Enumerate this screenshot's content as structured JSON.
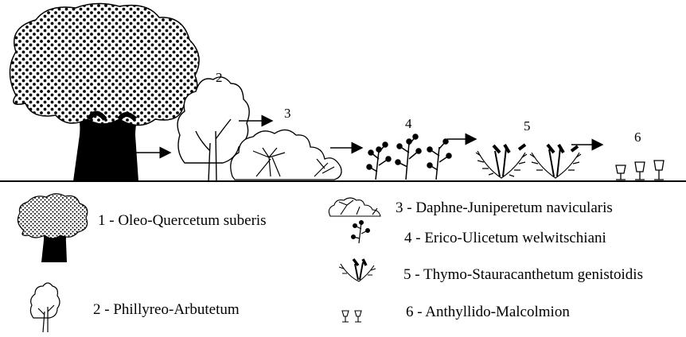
{
  "stages": [
    {
      "number": "2"
    },
    {
      "number": "3"
    },
    {
      "number": "4"
    },
    {
      "number": "5"
    },
    {
      "number": "6"
    }
  ],
  "legend": [
    {
      "label": "1 - Oleo-Quercetum suberis",
      "icon": "cork-oak-tree-icon"
    },
    {
      "label": "2 - Phillyreo-Arbutetum",
      "icon": "tall-shrub-icon"
    },
    {
      "label": "3 - Daphne-Juniperetum navicularis",
      "icon": "shrub-cluster-icon"
    },
    {
      "label": "4 - Erico-Ulicetum welwitschiani",
      "icon": "heath-sprig-icon"
    },
    {
      "label": "5 - Thymo-Stauracanthetum genistoidis",
      "icon": "spiny-shrub-icon"
    },
    {
      "label": "6 - Anthyllido-Malcolmion",
      "icon": "herb-flower-icon"
    }
  ],
  "colors": {
    "ink": "#000000",
    "paper": "#ffffff"
  }
}
